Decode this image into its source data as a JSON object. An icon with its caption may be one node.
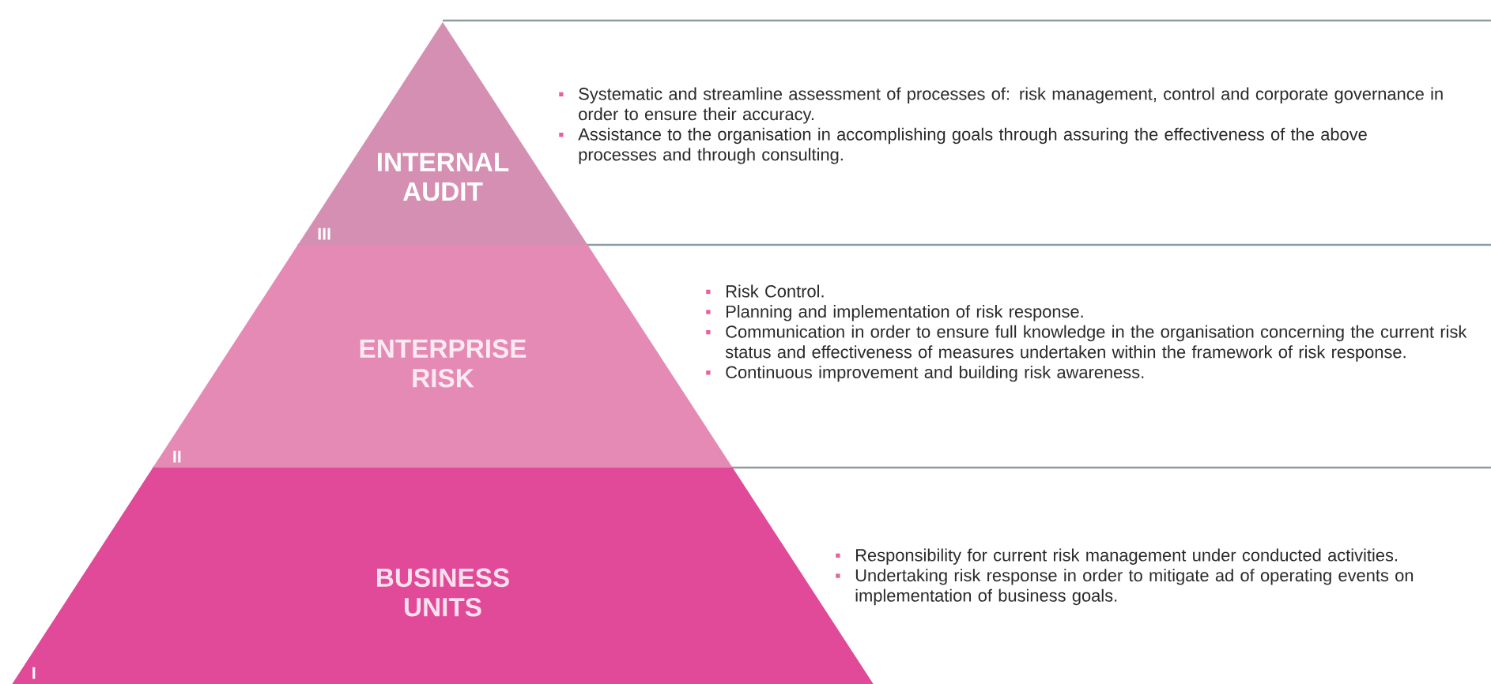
{
  "diagram": {
    "nodes": [
      {
        "text": [
          "INTERNAL AUDIT",
          "III"
        ],
        "beside": [
          "Systematic and streamline assessment of processes of: risk management, control and corporate governance in order to ensure their accuracy.",
          "Assistance to the organisation in accomplishing goals through assuring the effectiveness of the above processes and through consulting."
        ]
      },
      {
        "text": [
          "ENTERPRISE RISK",
          "II"
        ],
        "beside": [
          "Risk Control.",
          "Planning and implementation of risk response.",
          "Communication in order to ensure full knowledge in the organisation concerning the current risk status and effectiveness of measures undertaken within the framework of risk response.",
          "Continuous improvement and building risk awareness."
        ]
      },
      {
        "text": [
          "BUSINESS UNITS",
          "I"
        ],
        "beside": [
          "Responsibility for current risk management under conducted activities.",
          "Undertaking risk response in order to mitigate ad of operating events on implementation of business goals."
        ]
      }
    ]
  }
}
